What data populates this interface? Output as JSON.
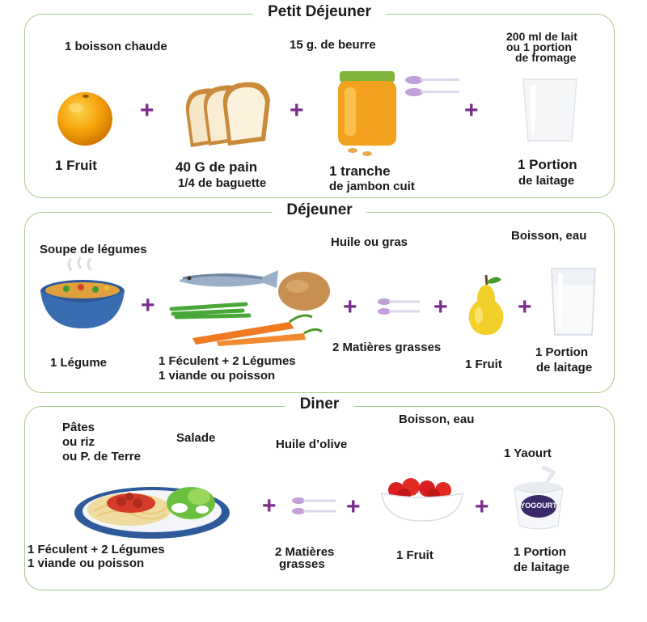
{
  "colors": {
    "plus": "#7a2d8c",
    "panel_border": "#a8c98a"
  },
  "breakfast": {
    "title": "Petit Déjeuner",
    "hot_drink": "1 boisson chaude",
    "butter": "15 g. de beurre",
    "milk_line1": "200 ml de lait",
    "milk_line2": "ou 1 portion",
    "milk_line3": "de fromage",
    "fruit": "1 Fruit",
    "bread_line1": "40 G de pain",
    "bread_line2": "1/4 de baguette",
    "ham_line1": "1 tranche",
    "ham_line2": "de jambon cuit",
    "dairy_line1": "1 Portion",
    "dairy_line2": "de laitage",
    "plus": "+"
  },
  "lunch": {
    "title": "Déjeuner",
    "soup": "Soupe de légumes",
    "oil": "Huile ou gras",
    "drink": "Boisson, eau",
    "vegetable": "1 Légume",
    "starch_line1": "1 Féculent + 2 Légumes",
    "starch_line2": "1 viande ou poisson",
    "fats": "2 Matières grasses",
    "fruit": "1 Fruit",
    "dairy_line1": "1 Portion",
    "dairy_line2": "de laitage",
    "plus": "+"
  },
  "dinner": {
    "title": "Diner",
    "pasta_line1": "Pâtes",
    "pasta_line2": "ou riz",
    "pasta_line3": "ou P. de Terre",
    "salad": "Salade",
    "olive_oil": "Huile d’olive",
    "drink": "Boisson, eau",
    "yogurt": "1 Yaourt",
    "yogurt_label": "YOGOURT",
    "starch_line1": "1 Féculent + 2 Légumes",
    "starch_line2": "1 viande ou poisson",
    "fats_line1": "2 Matières",
    "fats_line2": "grasses",
    "fruit": "1 Fruit",
    "dairy_line1": "1 Portion",
    "dairy_line2": "de laitage",
    "plus": "+"
  }
}
